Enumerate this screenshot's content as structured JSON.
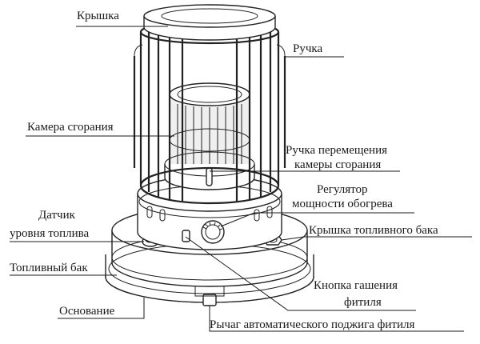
{
  "labels": {
    "lid": "Крышка",
    "handle": "Ручка",
    "combustion_chamber": "Камера сгорания",
    "chamber_handle_line1": "Ручка перемещения",
    "chamber_handle_line2": "камеры сгорания",
    "regulator_line1": "Регулятор",
    "regulator_line2": "мощности обогрева",
    "fuel_sensor_line1": "Датчик",
    "fuel_sensor_line2": "уровня топлива",
    "fuel_cap": "Крышка топливного бака",
    "fuel_tank": "Топливный бак",
    "wick_button_line1": "Кнопка гашения",
    "wick_button_line2": "фитиля",
    "base": "Основание",
    "ignition_lever": "Рычаг автоматического поджига фитиля"
  }
}
